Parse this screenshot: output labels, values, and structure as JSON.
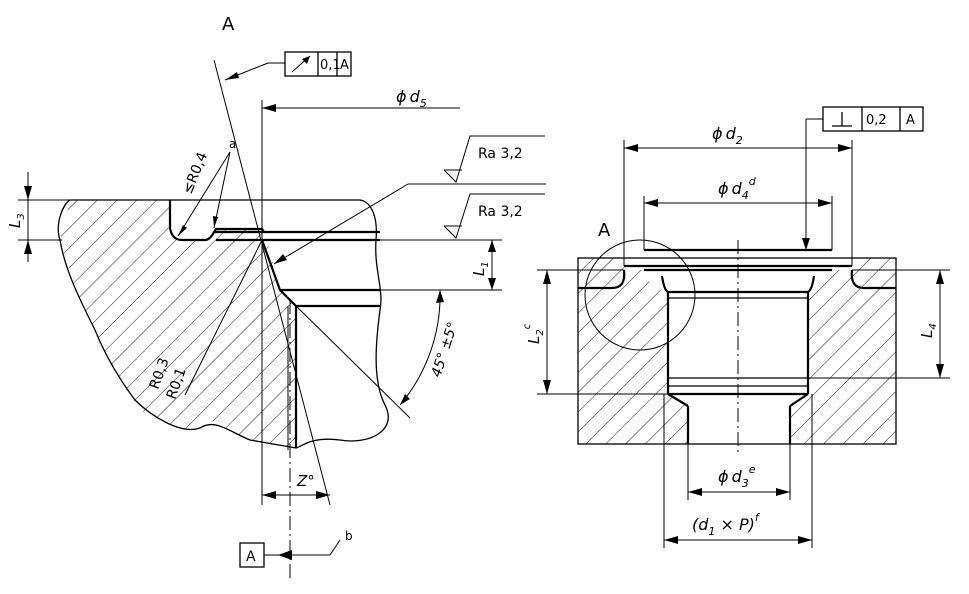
{
  "left_view": {
    "section_letter": "A",
    "runout_tolerance": {
      "symbol": "runout-arrow-icon",
      "value": "0,1",
      "datum": "A"
    },
    "diameter_d5": {
      "symbol": "ϕ",
      "var": "d",
      "sub": "5"
    },
    "note_a": "a",
    "radius_max": "≤R0,4",
    "roughness_1": "Ra 3,2",
    "roughness_2": "Ra 3,2",
    "L3": {
      "var": "L",
      "sub": "3"
    },
    "L1": {
      "var": "L",
      "sub": "1"
    },
    "R03": "R0,3",
    "R01": "R0,1",
    "angle_45": "45° ±5°",
    "angle_z": "Z°",
    "datum_label": "A",
    "note_b": "b"
  },
  "right_view": {
    "perp_tolerance": {
      "symbol": "perpendicularity-icon",
      "value": "0,2",
      "datum": "A"
    },
    "diameter_d2": {
      "symbol": "ϕ",
      "var": "d",
      "sub": "2"
    },
    "diameter_d4": {
      "symbol": "ϕ",
      "var": "d",
      "sub": "4",
      "sup": "d"
    },
    "detail_letter": "A",
    "L2": {
      "var": "L",
      "sub": "2",
      "sup": "c"
    },
    "L4": {
      "var": "L",
      "sub": "4"
    },
    "diameter_d3": {
      "symbol": "ϕ",
      "var": "d",
      "sub": "3",
      "sup": "e"
    },
    "thread": {
      "open": "(",
      "var": "d",
      "sub": "1",
      "mid": " × ",
      "var2": "P",
      "close": ")",
      "sup": "f"
    }
  }
}
